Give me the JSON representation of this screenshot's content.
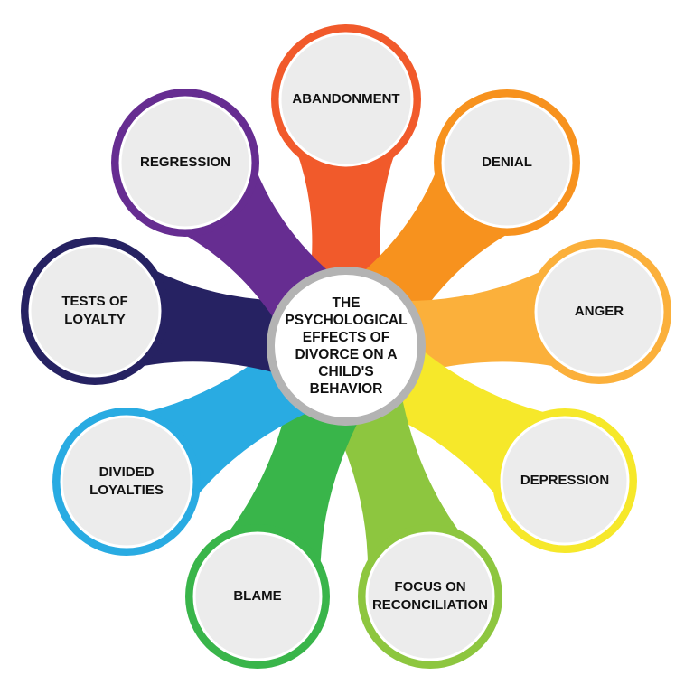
{
  "center": {
    "text": "THE\nPSYCHOLOGICAL\nEFFECTS OF\nDIVORCE ON A\nCHILD'S\nBEHAVIOR",
    "ring_color": "#b3b3b3"
  },
  "petals": [
    {
      "label": "ABANDONMENT",
      "color": "#f15a2b"
    },
    {
      "label": "DENIAL",
      "color": "#f7921e"
    },
    {
      "label": "ANGER",
      "color": "#fbb03b"
    },
    {
      "label": "DEPRESSION",
      "color": "#f6e82a"
    },
    {
      "label": "FOCUS ON\nRECONCILIATION",
      "color": "#8dc63f"
    },
    {
      "label": "BLAME",
      "color": "#39b54a"
    },
    {
      "label": "DIVIDED\nLOYALTIES",
      "color": "#29abe2"
    },
    {
      "label": "TESTS OF\nLOYALTY",
      "color": "#262262"
    },
    {
      "label": "REGRESSION",
      "color": "#662d91"
    }
  ],
  "circle_fill": "#ececec"
}
